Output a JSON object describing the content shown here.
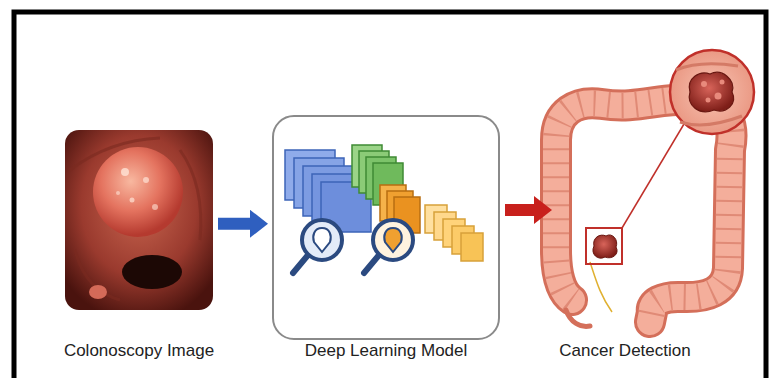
{
  "diagram": {
    "nodes": [
      {
        "text": [
          "Colonoscopy Image"
        ]
      },
      {
        "text": [
          "Deep Learning Model"
        ]
      },
      {
        "text": [
          "Cancer Detection"
        ]
      }
    ],
    "edges": [
      {
        "from": 0,
        "to": 1,
        "arrow": "to"
      },
      {
        "from": 1,
        "to": 2,
        "arrow": "to"
      }
    ]
  }
}
